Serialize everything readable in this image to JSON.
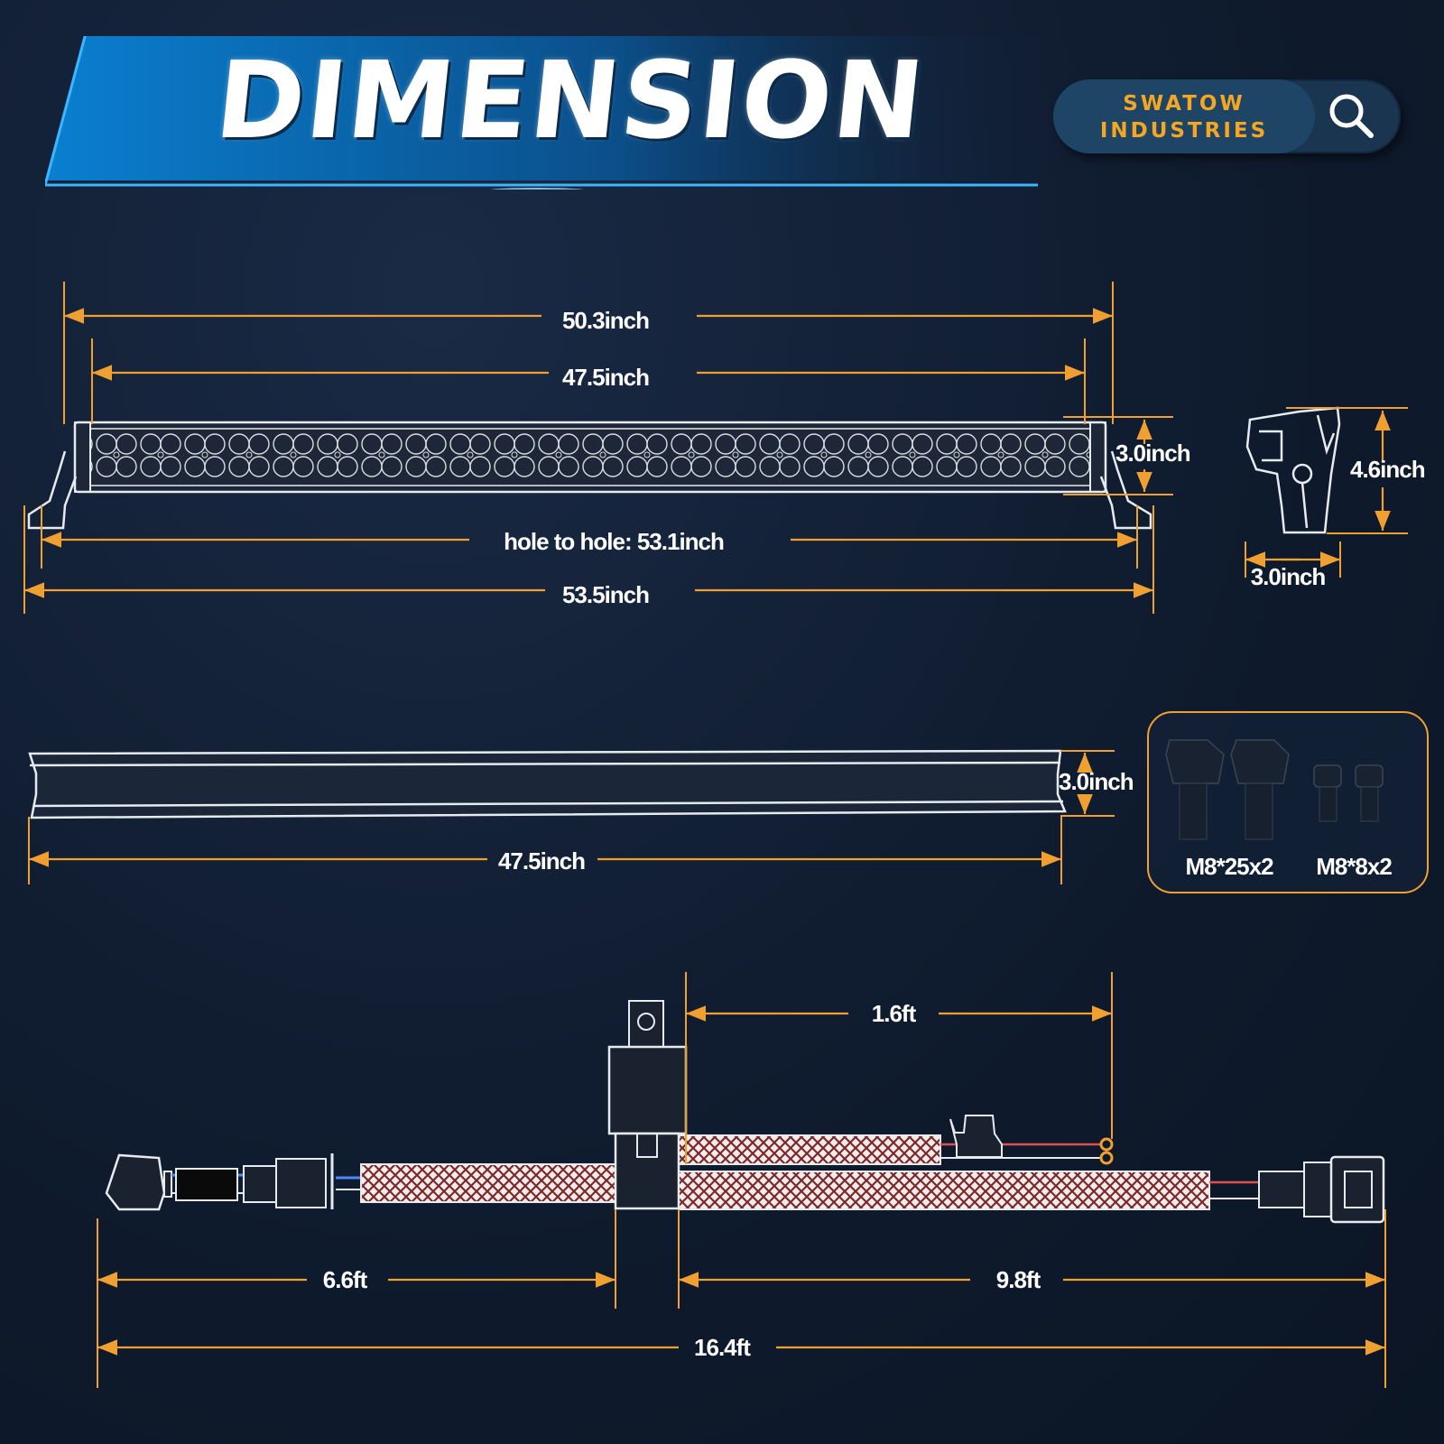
{
  "header": {
    "title": "DIMENSION",
    "brand_line1": "SWATOW",
    "brand_line2": "INDUSTRIES",
    "search_icon": "magnifier-icon"
  },
  "colors": {
    "accent": "#f5a623",
    "dim_line": "#f0a030",
    "background": "#0f1b2e",
    "title_band": "#0e6ab0"
  },
  "front_view": {
    "overall_bracket_width": "50.3inch",
    "housing_width": "47.5inch",
    "height": "3.0inch",
    "hole_to_hole": "hole to hole: 53.1inch",
    "total_width": "53.5inch"
  },
  "side_view": {
    "height": "4.6inch",
    "depth": "3.0inch"
  },
  "top_view": {
    "height": "3.0inch",
    "width": "47.5inch"
  },
  "hardware": {
    "bolt_label": "M8*25x2",
    "screw_label": "M8*8x2"
  },
  "harness": {
    "relay_to_battery": "1.6ft",
    "switch_to_relay": "6.6ft",
    "relay_to_light": "9.8ft",
    "total": "16.4ft"
  }
}
